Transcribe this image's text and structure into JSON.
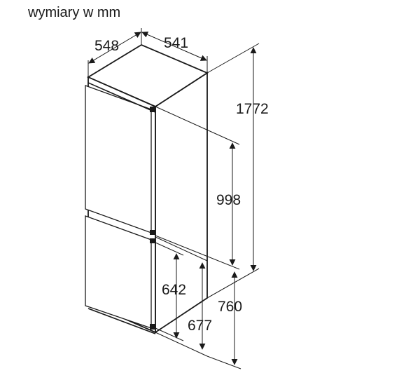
{
  "caption": "wymiary w mm",
  "dimensions": {
    "depth": "548",
    "width": "541",
    "height": "1772",
    "upper_section": "998",
    "lower_door": "642",
    "lower_section": "677",
    "lower_total": "760"
  }
}
